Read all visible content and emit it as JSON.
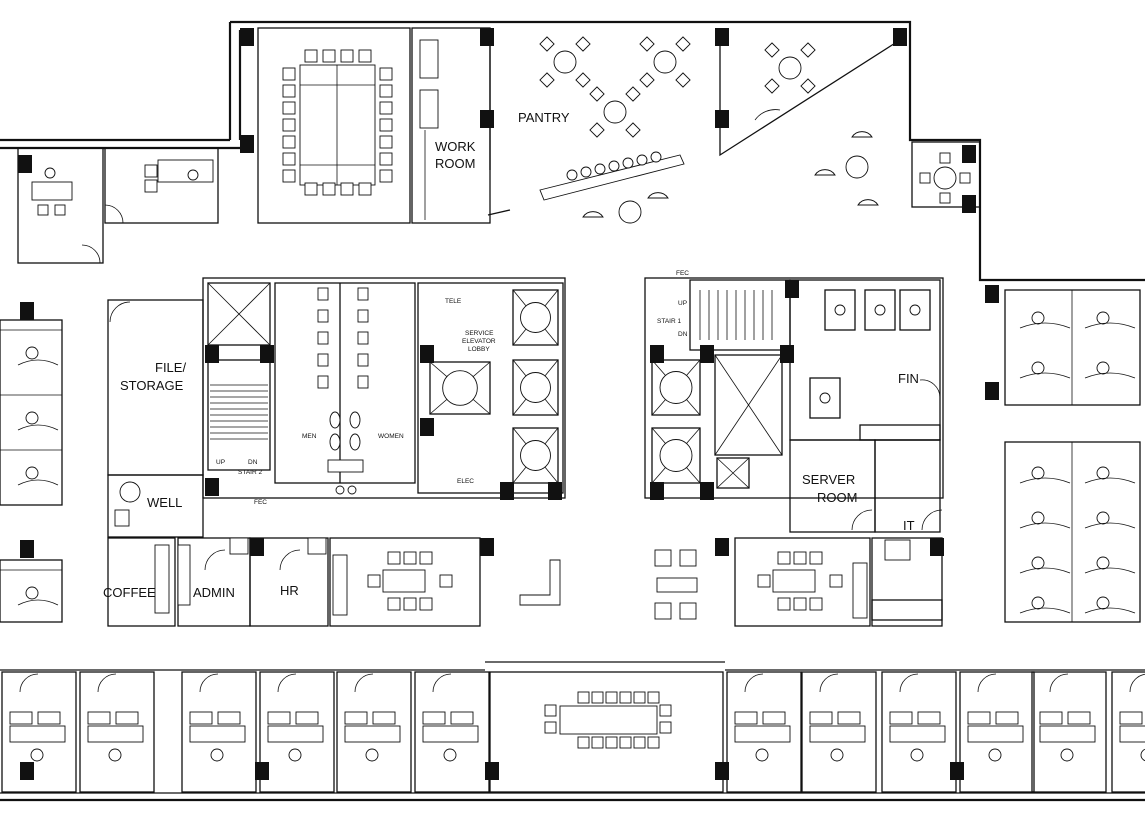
{
  "rooms": {
    "work_room": [
      "WORK",
      "ROOM"
    ],
    "pantry": "PANTRY",
    "file_storage": [
      "FILE/",
      "STORAGE"
    ],
    "well": "WELL",
    "coffee": "COFFEE",
    "admin": "ADMIN",
    "hr": "HR",
    "fin": "FIN",
    "server_room": [
      "SERVER",
      "ROOM"
    ],
    "it": "IT"
  },
  "core": {
    "men": "MEN",
    "women": "WOMEN",
    "elec": "ELEC",
    "tele": "TELE",
    "service_elevator_lobby": [
      "SERVICE",
      "ELEVATOR",
      "LOBBY"
    ],
    "stair2_up": "UP",
    "stair2_dn": "DN",
    "stair2": "STAIR 2",
    "fec_left": "FEC",
    "fec_right": "FEC",
    "stair1_up": "UP",
    "stair1": "STAIR 1",
    "stair1_dn": "DN"
  },
  "colors": {
    "line": "#111111",
    "background": "#ffffff"
  }
}
